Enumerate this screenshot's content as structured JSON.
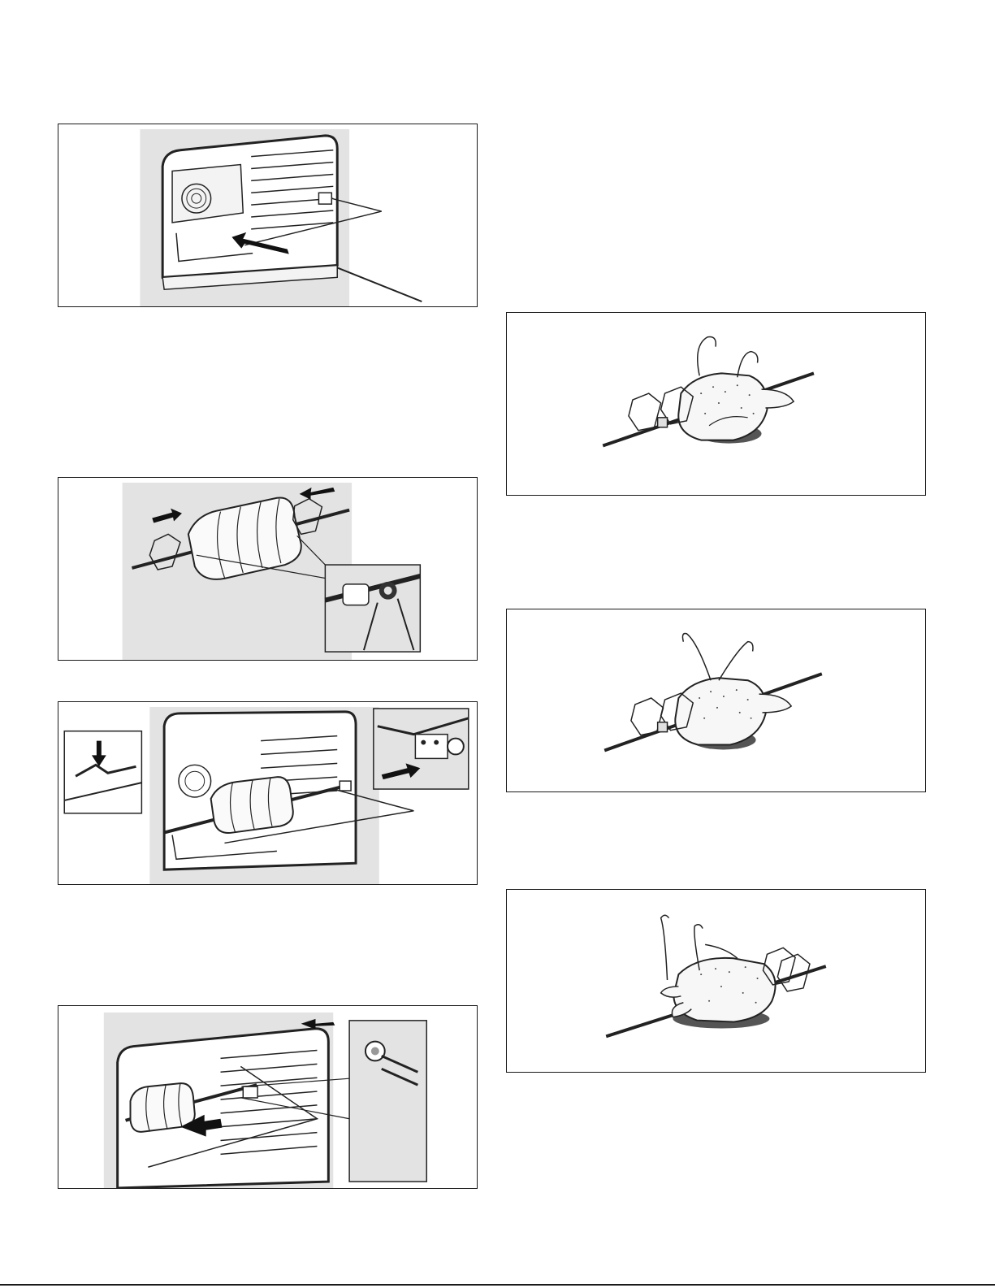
{
  "page": {
    "title": "",
    "figures": [
      {
        "id": "fig-1",
        "subject": "oven",
        "step": "insert-rotisserie-frame"
      },
      {
        "id": "fig-2",
        "subject": "spit",
        "step": "secure-roast-with-forks"
      },
      {
        "id": "fig-3",
        "subject": "oven",
        "step": "place-spit-on-frame"
      },
      {
        "id": "fig-4",
        "subject": "oven",
        "step": "push-frame-into-oven"
      },
      {
        "id": "fig-5",
        "subject": "poultry",
        "step": "truss-poultry-view-1"
      },
      {
        "id": "fig-6",
        "subject": "poultry",
        "step": "truss-poultry-view-2"
      },
      {
        "id": "fig-7",
        "subject": "poultry",
        "step": "truss-poultry-view-3"
      }
    ],
    "colors": {
      "frame_border": "#1a1a1a",
      "oven_gray": "#e3e3e3",
      "line_art": "#222222",
      "arrow": "#111111"
    },
    "icons": [
      "arrow-icon",
      "fan-icon",
      "zoom-inset-icon"
    ]
  }
}
